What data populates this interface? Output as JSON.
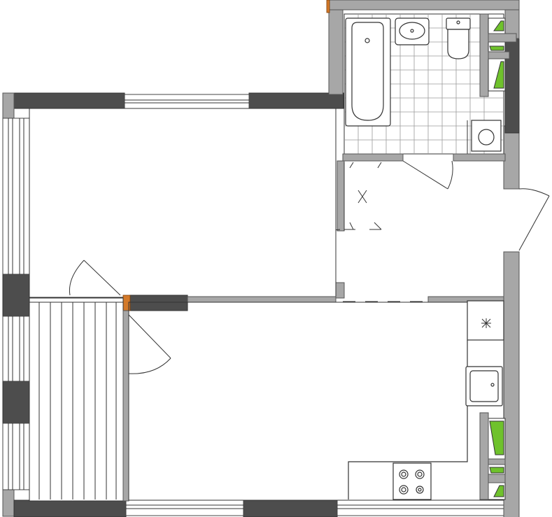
{
  "plan": {
    "rooms": [
      "living-room",
      "bedroom",
      "bathroom",
      "corridor",
      "kitchen",
      "balcony"
    ],
    "colors": {
      "exterior_wall": "#4d4d4d",
      "interior_wall": "#a7a7a7",
      "radiator": "#6fc22c",
      "door_trim": "#d47a2a",
      "background": "#ffffff"
    },
    "icons": [
      "bathtub-icon",
      "washbasin-icon",
      "toilet-icon",
      "washing-machine-icon",
      "stove-icon",
      "kitchen-sink-icon",
      "fridge-icon",
      "radiator-icon"
    ]
  }
}
